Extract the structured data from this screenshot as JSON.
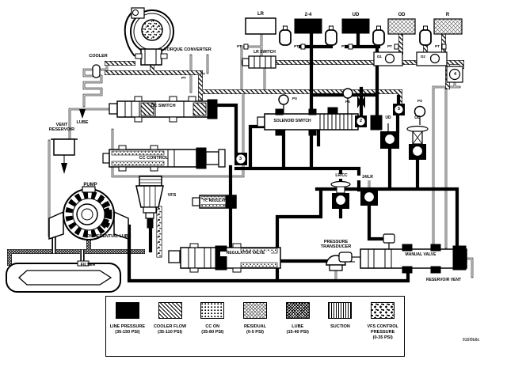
{
  "diagram": {
    "watermark": "916f9b8c",
    "clutches": [
      {
        "label": "LR"
      },
      {
        "label": "2-4"
      },
      {
        "label": "UD"
      },
      {
        "label": "OD"
      },
      {
        "label": "R"
      }
    ],
    "labels": {
      "torque_converter": "TORQUE CONVERTER",
      "cooler": "COOLER",
      "lube": "LUBE",
      "vent_reservoir": "VENT RESERVOIR",
      "cc_switch": "CC SWITCH",
      "cc_control": "CC CONTROL",
      "lr_switch": "LR SWITCH",
      "solenoid_switch": "SOLENOID SWITCH",
      "pump": "PUMP",
      "differential_lube": "DIFFERENTIAL LUBE",
      "filter": "FILTER",
      "vfs": "VFS",
      "tc_regulator": "TC REGULATOR",
      "regulator_valve": "REGULATOR VALVE",
      "pressure_transducer": "PRESSURE TRANSDUCER",
      "manual_valve": "MANUAL VALVE",
      "reservoir_vent": "RESERVOIR VENT",
      "lr_cc": "LR/CC",
      "lr_24": "24/LR",
      "ud": "UD",
      "od": "OD",
      "d1": "D1",
      "d2": "D2",
      "pt": "PT",
      "ps": "PS"
    },
    "markers": [
      "2",
      "3",
      "4",
      "5"
    ],
    "legend": [
      {
        "name": "LINE PRESSURE",
        "range": "(35-150 PSI)"
      },
      {
        "name": "COOLER FLOW",
        "range": "(35-110 PSI)"
      },
      {
        "name": "CC ON",
        "range": "(35-80 PSI)"
      },
      {
        "name": "RESIDUAL",
        "range": "(0-5 PSI)"
      },
      {
        "name": "LUBE",
        "range": "(15-40 PSI)"
      },
      {
        "name": "SUCTION",
        "range": ""
      },
      {
        "name": "VFS CONTROL PRESSURE",
        "range": "(0-35 PSI)"
      }
    ]
  }
}
